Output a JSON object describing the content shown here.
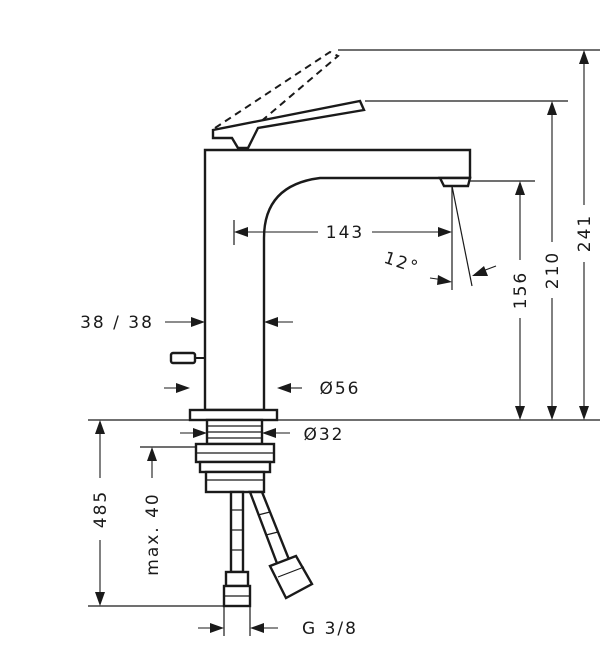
{
  "labels": {
    "spout_reach": "143",
    "spout_angle": "12°",
    "spout_height": "156",
    "body_height": "210",
    "total_height": "241",
    "body_width": "38 / 38",
    "base_diameter": "Ø56",
    "shank_diameter": "Ø32",
    "hose_length": "485",
    "max_thickness": "max. 40",
    "thread": "G 3/8"
  }
}
